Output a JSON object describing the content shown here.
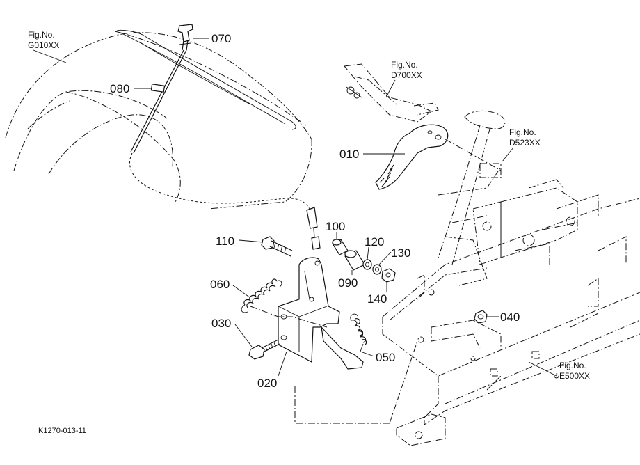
{
  "figure_code": "K1270-013-11",
  "fig_refs": [
    {
      "id": "g010",
      "title": "Fig.No.",
      "code": "G010XX"
    },
    {
      "id": "d700",
      "title": "Fig.No.",
      "code": "D700XX"
    },
    {
      "id": "d523",
      "title": "Fig.No.",
      "code": "D523XX"
    },
    {
      "id": "e500",
      "title": "Fig.No.",
      "code": "E500XX"
    }
  ],
  "parts": {
    "p070": "070",
    "p080": "080",
    "p010": "010",
    "p100": "100",
    "p110": "110",
    "p120": "120",
    "p130": "130",
    "p090": "090",
    "p140": "140",
    "p060": "060",
    "p040": "040",
    "p030": "030",
    "p050": "050",
    "p020": "020"
  }
}
